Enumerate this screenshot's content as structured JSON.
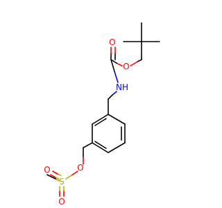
{
  "molecule": {
    "atoms": {
      "o_ether": "O",
      "o_carbonyl": "O",
      "n_amide": "NH",
      "o_ester": "O",
      "s_sulfonyl": "S",
      "o_sulfonyl_left": "O",
      "o_sulfonyl_bottom": "O"
    },
    "colors": {
      "oxygen": "#ff0000",
      "nitrogen": "#0000ff",
      "sulfur": "#b2b200",
      "carbon": "#000000"
    }
  }
}
